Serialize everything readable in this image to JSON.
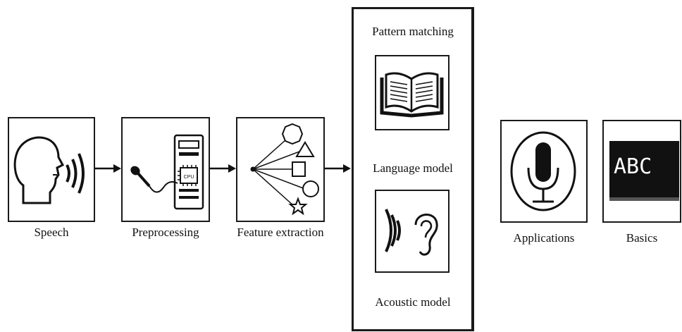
{
  "diagram": {
    "stages": [
      {
        "label": "Speech",
        "icon": "speaking-head-icon"
      },
      {
        "label": "Preprocessing",
        "icon": "microphone-cpu-icon"
      },
      {
        "label": "Feature extraction",
        "icon": "feature-shapes-icon"
      }
    ],
    "pattern_matching": {
      "title": "Pattern matching",
      "language_model": {
        "label": "Language model",
        "icon": "open-book-icon"
      },
      "acoustic_model": {
        "label": "Acoustic model",
        "icon": "ear-sound-icon"
      }
    },
    "outputs": [
      {
        "label": "Applications",
        "icon": "microphone-icon"
      },
      {
        "label": "Basics",
        "icon": "chalkboard-icon"
      }
    ],
    "chalkboard_text": "ABC",
    "cpu_text": "CPU"
  }
}
